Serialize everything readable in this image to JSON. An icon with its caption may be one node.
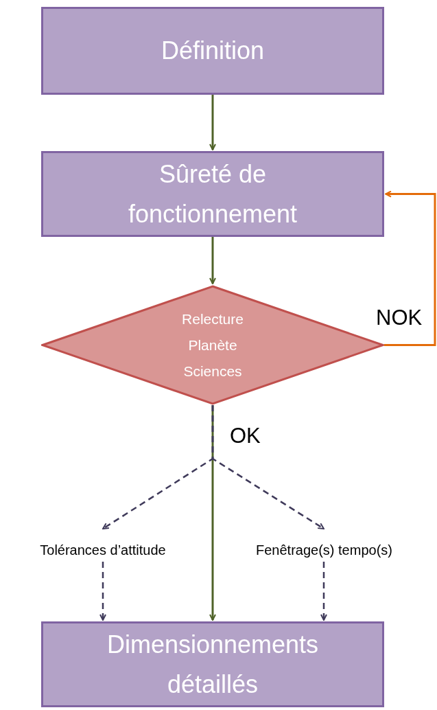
{
  "diagram": {
    "nodes": [
      {
        "text": [
          "Définition"
        ]
      },
      {
        "text": [
          "Sûreté de fonctionnement"
        ]
      },
      {
        "text": [
          "Relecture Planète Sciences"
        ]
      },
      {
        "text": [
          "Tolérances d’attitude"
        ]
      },
      {
        "text": [
          "Fenêtrage(s) tempo(s)"
        ]
      },
      {
        "text": [
          "Dimensionnements détaillés"
        ]
      }
    ],
    "edges": [
      {
        "from": 0,
        "to": 1,
        "arrow": "to"
      },
      {
        "from": 1,
        "to": 2,
        "arrow": "to"
      },
      {
        "from": 2,
        "to": 5,
        "arrow": "to",
        "label": "OK"
      },
      {
        "from": 2,
        "to": 3,
        "arrow": "to",
        "style": "dashed",
        "color": "#3f3a5a"
      },
      {
        "from": 2,
        "to": 4,
        "arrow": "to",
        "style": "dashed",
        "color": "#3f3a5a"
      },
      {
        "from": 3,
        "to": 5,
        "arrow": "to",
        "style": "dashed",
        "color": "#3f3a5a"
      },
      {
        "from": 4,
        "to": 5,
        "arrow": "to",
        "style": "dashed",
        "color": "#3f3a5a"
      },
      {
        "from": 2,
        "to": 1,
        "arrow": "to",
        "label": "NOK",
        "color": "#e46c0a"
      }
    ]
  }
}
